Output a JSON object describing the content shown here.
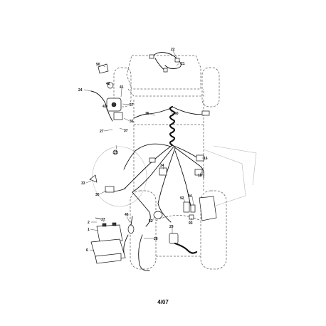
{
  "page_number": "4/07",
  "callouts": [
    {
      "id": "c22",
      "text": "22"
    },
    {
      "id": "c21",
      "text": "21"
    },
    {
      "id": "c90",
      "text": "90"
    },
    {
      "id": "c24",
      "text": "24"
    },
    {
      "id": "c42",
      "text": "42"
    },
    {
      "id": "c41",
      "text": "41"
    },
    {
      "id": "c43",
      "text": "43"
    },
    {
      "id": "c37a",
      "text": "37"
    },
    {
      "id": "c35",
      "text": "35"
    },
    {
      "id": "c40",
      "text": "40"
    },
    {
      "id": "c36",
      "text": "36"
    },
    {
      "id": "c27",
      "text": "27"
    },
    {
      "id": "c37b",
      "text": "37"
    },
    {
      "id": "c25",
      "text": "25"
    },
    {
      "id": "c16",
      "text": "16"
    },
    {
      "id": "c18",
      "text": "18"
    },
    {
      "id": "c34",
      "text": "34"
    },
    {
      "id": "c33",
      "text": "33"
    },
    {
      "id": "c30",
      "text": "30"
    },
    {
      "id": "c92",
      "text": "92"
    },
    {
      "id": "c94",
      "text": "94"
    },
    {
      "id": "c2",
      "text": "2"
    },
    {
      "id": "c37c",
      "text": "37"
    },
    {
      "id": "c1",
      "text": "1"
    },
    {
      "id": "c46",
      "text": "46"
    },
    {
      "id": "c52",
      "text": "52"
    },
    {
      "id": "c93",
      "text": "93"
    },
    {
      "id": "c29",
      "text": "29"
    },
    {
      "id": "c28",
      "text": "28"
    },
    {
      "id": "c6",
      "text": "6"
    }
  ]
}
